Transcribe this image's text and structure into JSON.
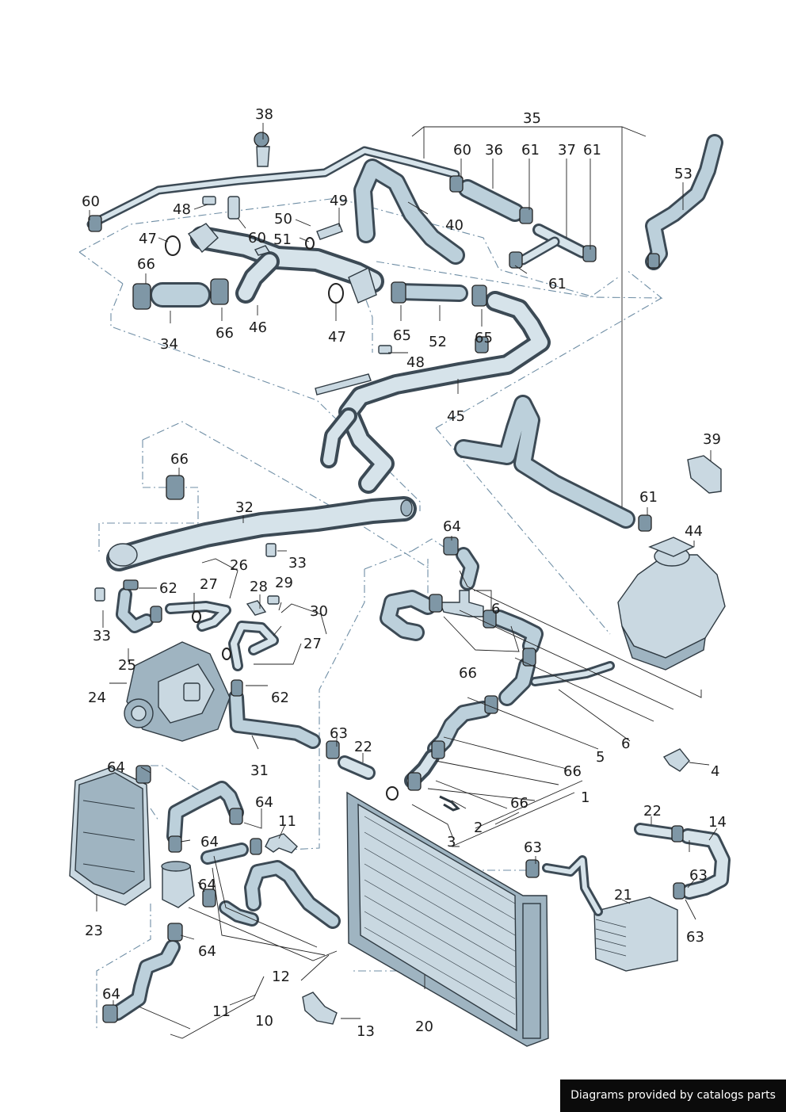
{
  "diagram": {
    "labels": {
      "l38": "38",
      "l35": "35",
      "l60a": "60",
      "l36": "36",
      "l61a": "61",
      "l37": "37",
      "l61b": "61",
      "l53": "53",
      "l60b": "60",
      "l48a": "48",
      "l49": "49",
      "l50": "50",
      "l40": "40",
      "l60c": "60",
      "l51": "51",
      "l47a": "47",
      "l66a": "66",
      "l61c": "61",
      "l34": "34",
      "l66b": "66",
      "l46": "46",
      "l47b": "47",
      "l65a": "65",
      "l52": "52",
      "l65b": "65",
      "l48b": "48",
      "l45": "45",
      "l39": "39",
      "l66c": "66",
      "l32": "32",
      "l61d": "61",
      "l64a": "64",
      "l44": "44",
      "l33a": "33",
      "l26": "26",
      "l62a": "62",
      "l27a": "27",
      "l28": "28",
      "l29": "29",
      "l30": "30",
      "l6a": "6",
      "l33b": "33",
      "l27b": "27",
      "l25": "25",
      "l66d": "66",
      "l24": "24",
      "l62b": "62",
      "l31": "31",
      "l63a": "63",
      "l22a": "22",
      "l6b": "6",
      "l5": "5",
      "l66e": "66",
      "l4": "4",
      "l64b": "64",
      "l1": "1",
      "l66f": "66",
      "l64c": "64",
      "l11a": "11",
      "l2": "2",
      "l3": "3",
      "l22b": "22",
      "l14": "14",
      "l64d": "64",
      "l63b": "63",
      "l63c": "63",
      "l64e": "64",
      "l21": "21",
      "l23": "23",
      "l64f": "64",
      "l63d": "63",
      "l12": "12",
      "l64g": "64",
      "l11b": "11",
      "l10": "10",
      "l13": "13",
      "l20": "20"
    }
  },
  "footer": {
    "text": "Diagrams provided by catalogs parts"
  },
  "colors": {
    "part_fill": "#c9d8e1",
    "outline": "#2f3a42",
    "leader_dash": "#6f8ea5",
    "footer_bg": "#0b0b0b"
  }
}
